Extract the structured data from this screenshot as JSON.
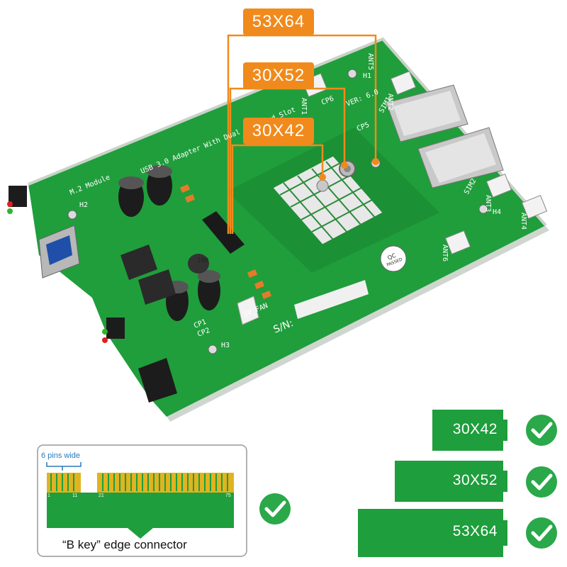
{
  "callouts": [
    "53X64",
    "30X52",
    "30X42"
  ],
  "board": {
    "title_lines": [
      "M.2 Module",
      "USB 3.0 Adapter With Dual SIM Card Slot"
    ],
    "version": "VER: 6.0",
    "sim_slots": [
      "SIM1",
      "SIM2"
    ],
    "antennas": [
      "ANT1",
      "ANT2",
      "ANT3",
      "ANT4",
      "ANT5",
      "ANT6"
    ],
    "holes": [
      "H1",
      "H2",
      "H3",
      "H4"
    ],
    "components": [
      "CP1",
      "CP2",
      "CP5",
      "CP6"
    ],
    "fan_label": "5V_FAN",
    "qc_stamp": [
      "QC",
      "PASSED"
    ],
    "serial_label": "S/N:",
    "capacitor_value": "100"
  },
  "connector_panel": {
    "width_label": "6 pins wide",
    "pin_numbers": [
      "1",
      "11",
      "21",
      "75"
    ],
    "caption": "“B key”  edge connector"
  },
  "module_sizes": [
    "30X42",
    "30X52",
    "53X64"
  ],
  "colors": {
    "pcb": "#1e9e3c",
    "callout": "#f08a1c",
    "check": "#2aa84a",
    "gold": "#e1b320"
  },
  "icons": [
    "check-icon"
  ]
}
